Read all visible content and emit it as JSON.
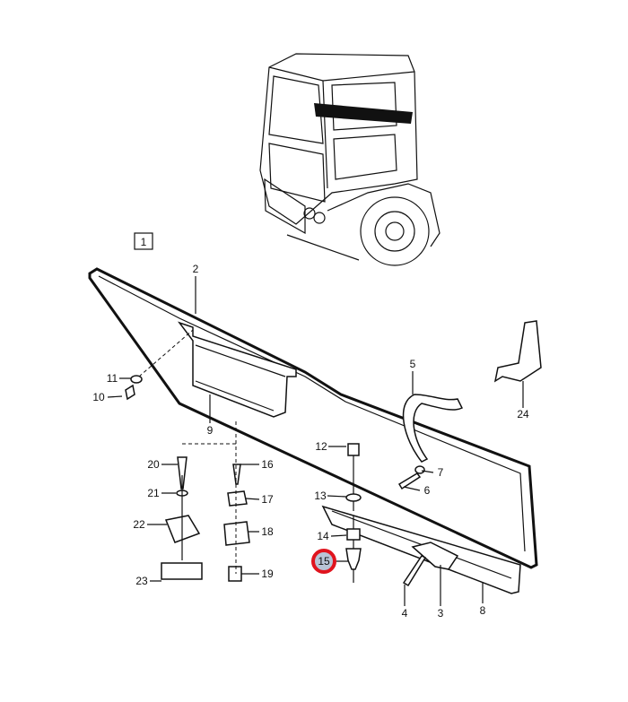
{
  "diagram": {
    "group_label": "1",
    "highlight_color": "#e0141e",
    "callouts": {
      "c2": "2",
      "c3": "3",
      "c4": "4",
      "c5": "5",
      "c6": "6",
      "c7": "7",
      "c8": "8",
      "c9": "9",
      "c10": "10",
      "c11": "11",
      "c12": "12",
      "c13": "13",
      "c14": "14",
      "c15": "15",
      "c16": "16",
      "c17": "17",
      "c18": "18",
      "c19": "19",
      "c20": "20",
      "c21": "21",
      "c22": "22",
      "c23": "23",
      "c24": "24"
    },
    "selected_callout": "15"
  }
}
